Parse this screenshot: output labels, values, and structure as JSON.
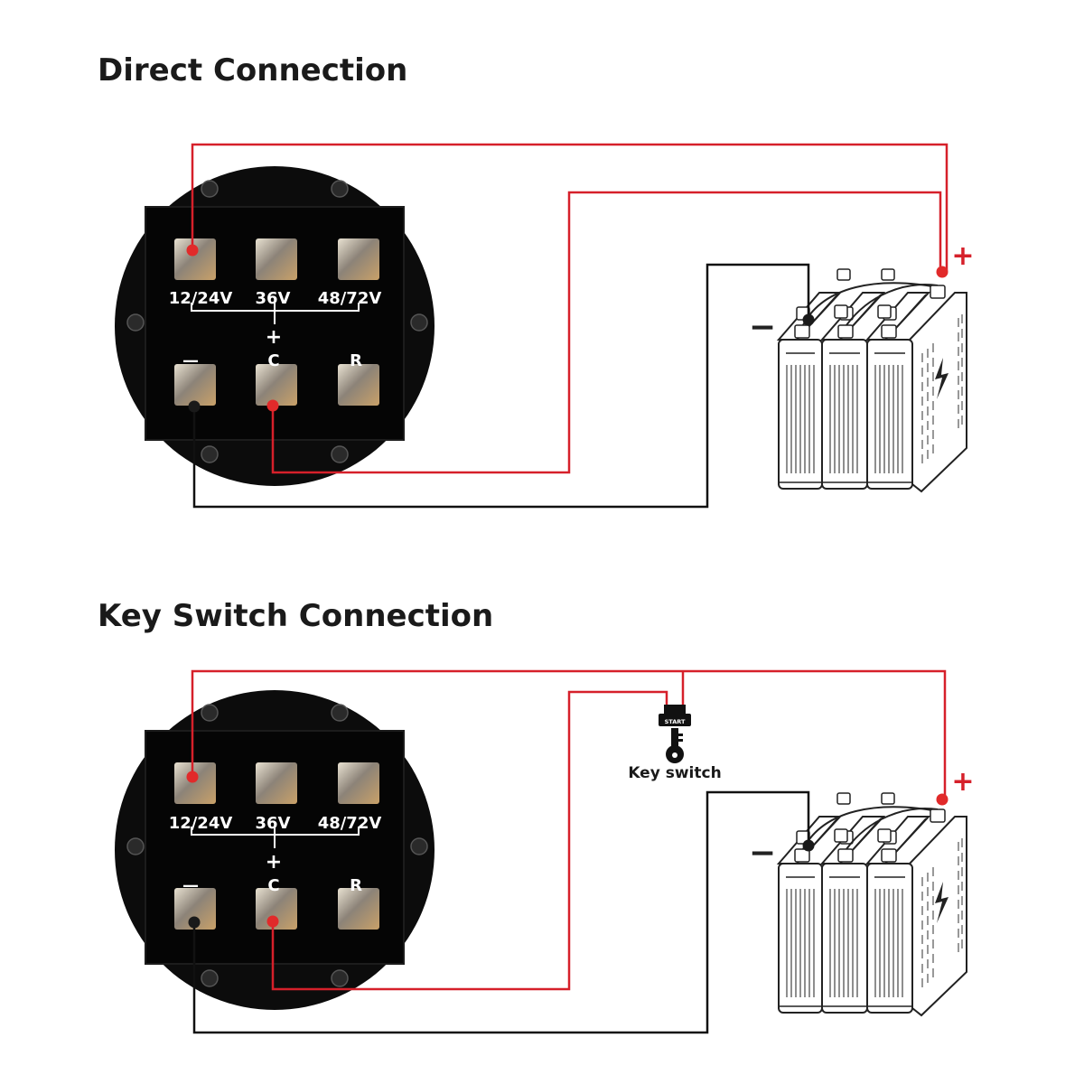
{
  "sections": [
    {
      "title": "Direct Connection"
    },
    {
      "title": "Key Switch Connection"
    }
  ],
  "meter": {
    "terminal_labels_top": [
      "12/24V",
      "36V",
      "48/72V"
    ],
    "common_sign": "+",
    "terminal_labels_bottom": [
      "—",
      "C",
      "R"
    ]
  },
  "battery": {
    "positive": "+",
    "negative": "−"
  },
  "key_switch": {
    "label": "Key switch",
    "button_text": "START"
  },
  "colors": {
    "positive_wire": "#d6202a",
    "negative_wire": "#111111",
    "meter_body": "#0c0c0c",
    "terminal": "#c9a169"
  }
}
